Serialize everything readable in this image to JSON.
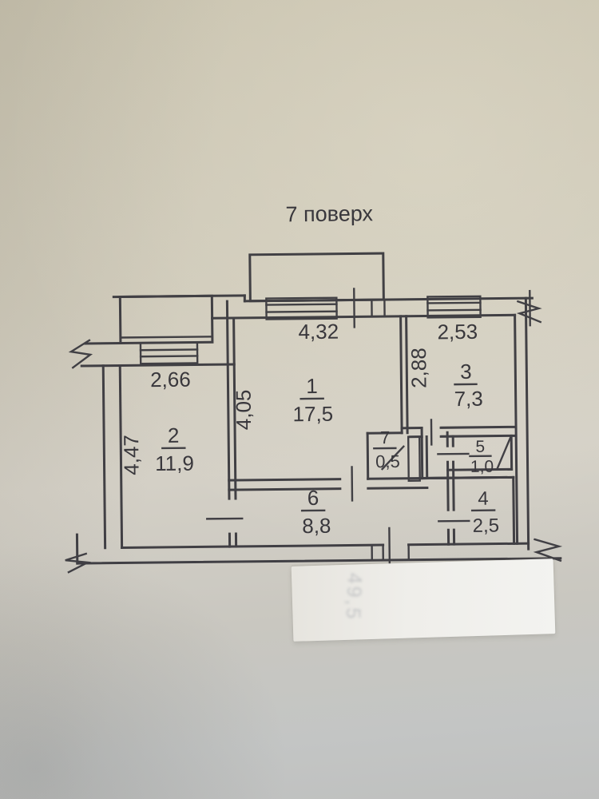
{
  "title": "7 поверх",
  "plan": {
    "rooms": [
      {
        "no": "1",
        "area": "17,5",
        "w": "4,32",
        "h": "4,05"
      },
      {
        "no": "2",
        "area": "11,9",
        "w": "2,66",
        "h": "4,47"
      },
      {
        "no": "3",
        "area": "7,3",
        "w": "2,53",
        "h": "2,88"
      },
      {
        "no": "4",
        "area": "2,5"
      },
      {
        "no": "5",
        "area": "1,0"
      },
      {
        "no": "6",
        "area": "8,8"
      },
      {
        "no": "7",
        "area": "0,5"
      }
    ]
  },
  "paper_strip": {
    "faint_text": "49,5"
  },
  "colors": {
    "ink": "#35343a",
    "paper": "#cfcaba",
    "strip": "#efeeea"
  }
}
